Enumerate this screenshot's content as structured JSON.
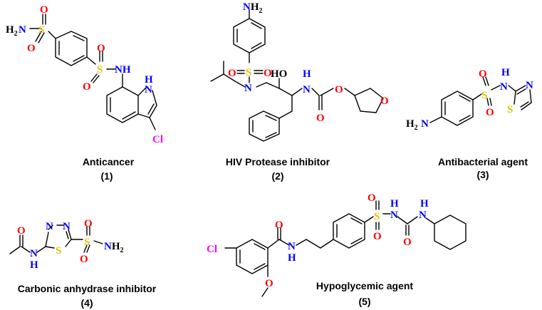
{
  "colors": {
    "bond": "#000000",
    "oxygen": "#ff0000",
    "sulfur": "#e0c400",
    "nitrogen": "#0000ff",
    "chlorine": "#ff00ff",
    "carbon": "#000000"
  },
  "compounds": [
    {
      "caption": "Anticancer",
      "number": "(1)",
      "atoms": {
        "h2n": "H₂N",
        "s1": "S",
        "o1a": "O",
        "o1b": "O",
        "s2": "S",
        "o2a": "O",
        "o2b": "O",
        "nh": "NH",
        "nh_indole": "N",
        "h_indole": "H",
        "cl": "Cl"
      }
    },
    {
      "caption": "HIV Protease inhibitor",
      "number": "(2)",
      "atoms": {
        "nh2": "NH₂",
        "s": "S",
        "oa": "O",
        "ob": "O",
        "n": "N",
        "ho": "HO",
        "nh": "N",
        "h": "H",
        "o_carbonyl": "O",
        "o_ester": "O",
        "o_ring": "O"
      }
    },
    {
      "caption": "Antibacterial agent",
      "number": "(3)",
      "atoms": {
        "h": "H",
        "n": "N",
        "s_sulfonyl": "S",
        "oa": "O",
        "ob": "O",
        "n_ring": "N",
        "s_ring": "S",
        "h2n": "H₂N"
      }
    },
    {
      "caption": "Carbonic anhydrase inhibitor",
      "number": "(4)",
      "atoms": {
        "o_acyl": "O",
        "n_amide": "N",
        "h_amide": "H",
        "n1": "N",
        "n2": "N",
        "s_ring": "S",
        "s_sulfonyl": "S",
        "oa": "O",
        "ob": "O",
        "nh2": "NH₂"
      }
    },
    {
      "caption": "Hypoglycemic agent",
      "number": "(5)",
      "atoms": {
        "cl": "Cl",
        "o_amide": "O",
        "n_amide": "N",
        "h_amide": "H",
        "o_methoxy": "O",
        "s": "S",
        "oa": "O",
        "ob": "O",
        "n1": "N",
        "h1": "H",
        "o_urea": "O",
        "n2": "N",
        "h2": "H"
      }
    }
  ]
}
